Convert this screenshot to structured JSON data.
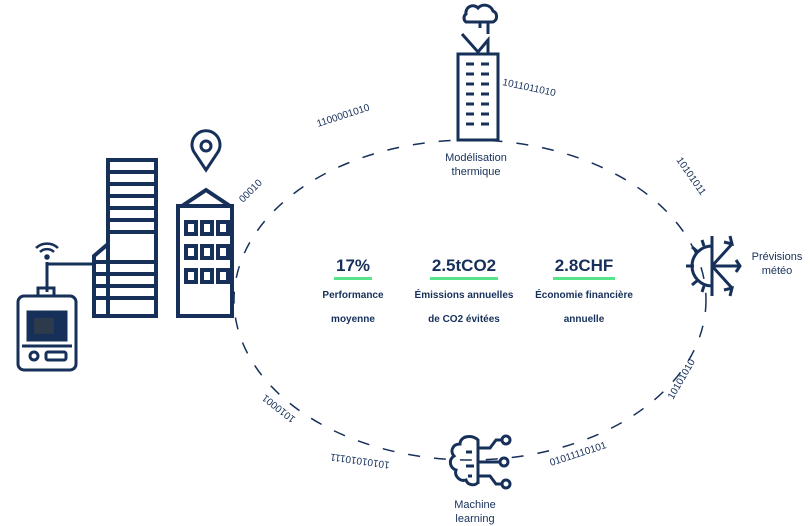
{
  "labels": {
    "thermal": [
      "Modélisation",
      "thermique"
    ],
    "weather": [
      "Prévisions",
      "météo"
    ],
    "ml": [
      "Machine",
      "learning"
    ]
  },
  "stats": [
    {
      "value": "17%",
      "desc": [
        "Performance",
        "moyenne"
      ]
    },
    {
      "value": "2.5tCO2",
      "desc": [
        "Émissions annuelles",
        "de CO2 évitées"
      ]
    },
    {
      "value": "2.8CHF",
      "desc": [
        "Économie financière",
        "annuelle"
      ]
    }
  ],
  "binary": {
    "top_left": "1100001010",
    "left_building": "00010",
    "top_right": "1011011010",
    "right_upper": "10101011",
    "right_lower": "10101010",
    "bottom_right": "01011110101",
    "bottom_left": "10101010111",
    "left_lower": "1010001"
  },
  "colors": {
    "navy": "#16305a",
    "accent": "#57e389"
  }
}
